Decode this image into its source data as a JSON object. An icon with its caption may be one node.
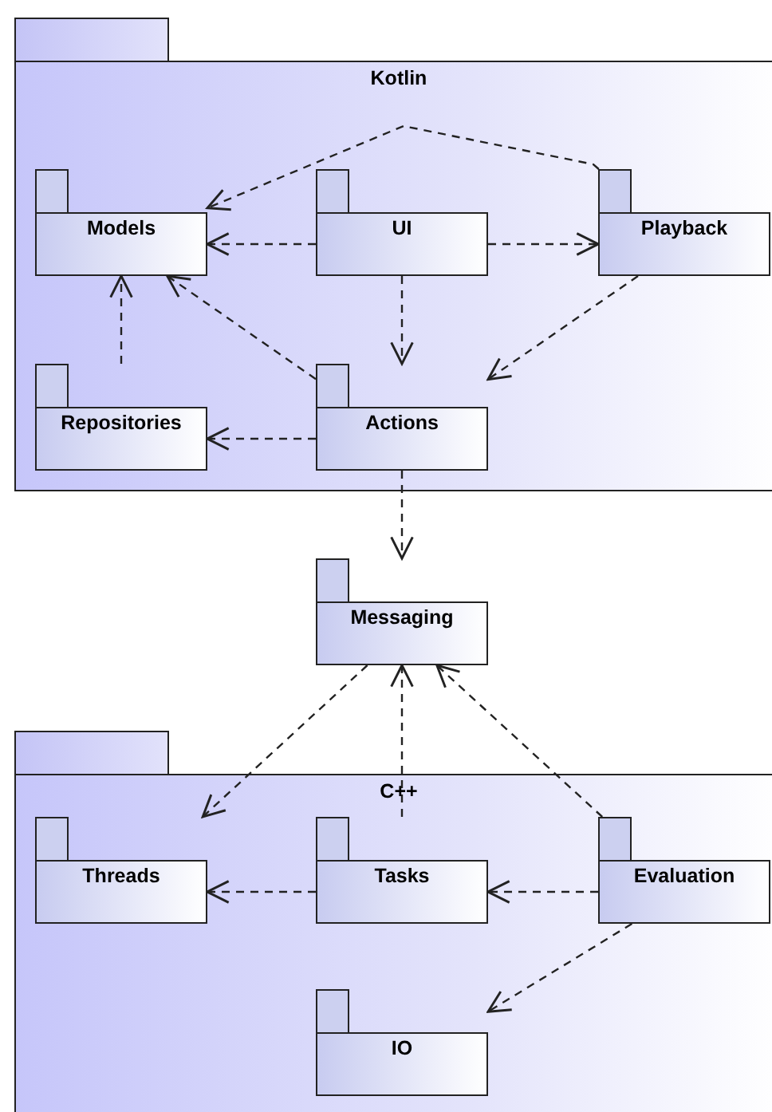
{
  "diagram": {
    "nodes": [
      {
        "text": [
          "Kotlin"
        ]
      },
      {
        "text": [
          "Models"
        ],
        "in": 0
      },
      {
        "text": [
          "UI"
        ],
        "in": 0
      },
      {
        "text": [
          "Playback"
        ],
        "in": 0
      },
      {
        "text": [
          "Repositories"
        ],
        "in": 0
      },
      {
        "text": [
          "Actions"
        ],
        "in": 0
      },
      {
        "text": [
          "Messaging"
        ]
      },
      {
        "text": [
          "C++"
        ]
      },
      {
        "text": [
          "Threads"
        ],
        "in": 7
      },
      {
        "text": [
          "Tasks"
        ],
        "in": 7
      },
      {
        "text": [
          "Evaluation"
        ],
        "in": 7
      },
      {
        "text": [
          "IO"
        ],
        "in": 7
      }
    ],
    "edges": [
      {
        "from": 3,
        "to": 1,
        "arrow": "to",
        "style": "dashed"
      },
      {
        "from": 2,
        "to": 1,
        "arrow": "to",
        "style": "dashed"
      },
      {
        "from": 2,
        "to": 3,
        "arrow": "to",
        "style": "dashed"
      },
      {
        "from": 2,
        "to": 5,
        "arrow": "to",
        "style": "dashed"
      },
      {
        "from": 3,
        "to": 5,
        "arrow": "to",
        "style": "dashed"
      },
      {
        "from": 5,
        "to": 1,
        "arrow": "to",
        "style": "dashed"
      },
      {
        "from": 4,
        "to": 1,
        "arrow": "to",
        "style": "dashed"
      },
      {
        "from": 5,
        "to": 4,
        "arrow": "to",
        "style": "dashed"
      },
      {
        "from": 5,
        "to": 6,
        "arrow": "to",
        "style": "dashed"
      },
      {
        "from": 6,
        "to": 8,
        "arrow": "to",
        "style": "dashed"
      },
      {
        "from": 9,
        "to": 6,
        "arrow": "to",
        "style": "dashed"
      },
      {
        "from": 10,
        "to": 6,
        "arrow": "to",
        "style": "dashed"
      },
      {
        "from": 9,
        "to": 8,
        "arrow": "to",
        "style": "dashed"
      },
      {
        "from": 10,
        "to": 9,
        "arrow": "to",
        "style": "dashed"
      },
      {
        "from": 10,
        "to": 11,
        "arrow": "to",
        "style": "dashed"
      }
    ]
  }
}
